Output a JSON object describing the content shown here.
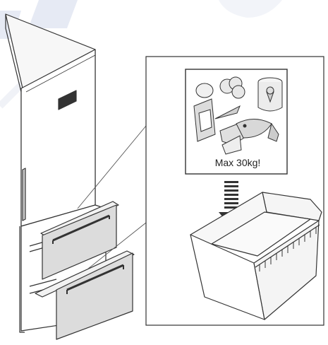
{
  "food_card": {
    "max_load_label": "Max 30kg!"
  },
  "colors": {
    "line": "#333333",
    "panel": "#f2f2f2",
    "drawer_front": "#dcdcdc",
    "watermark": "#cfd6ea"
  },
  "icons": [
    "fridge-freezer-illustration",
    "freezer-drawer-icon",
    "down-arrow-icon",
    "food-items-icon",
    "watermark-logo"
  ]
}
